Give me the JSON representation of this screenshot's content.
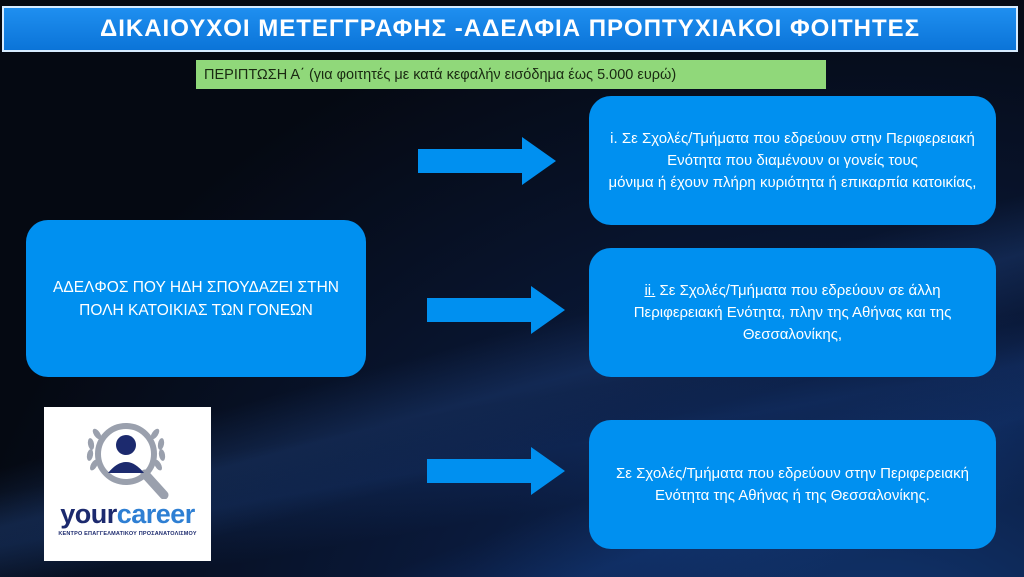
{
  "title": "ΔΙΚΑΙΟΥΧΟΙ ΜΕΤΕΓΓΡΑΦΗΣ -ΑΔΕΛΦΙΑ ΠΡΟΠΤΥΧΙΑΚΟΙ ΦΟΙΤΗΤΕΣ",
  "case_label": "ΠΕΡΙΠΤΩΣΗ Α΄ (για φοιτητές με κατά κεφαλήν εισόδημα έως 5.000 ευρώ)",
  "left_box": {
    "text": "ΑΔΕΛΦΟΣ ΠΟΥ ΗΔΗ ΣΠΟΥΔΑΖΕΙ ΣΤΗΝ  ΠΟΛΗ ΚΑΤΟΙΚΙΑΣ ΤΩΝ ΓΟΝΕΩΝ"
  },
  "right_boxes": [
    {
      "text": "i. Σε Σχολές/Τμήματα που εδρεύουν στην Περιφερειακή Ενότητα που διαμένουν οι γονείς τους\nμόνιμα ή έχουν πλήρη κυριότητα ή επικαρπία κατοικίας,"
    },
    {
      "marker": "ii.",
      "text": " Σε Σχολές/Τμήματα που εδρεύουν σε άλλη Περιφερειακή Ενότητα, πλην της Αθήνας και της Θεσσαλονίκης,"
    },
    {
      "text": "Σε Σχολές/Τμήματα που εδρεύουν στην Περιφερειακή Ενότητα της Αθήνας ή της Θεσσαλονίκης."
    }
  ],
  "logo": {
    "word_part1": "your",
    "word_part2": "career",
    "subtitle": "ΚΕΝΤΡΟ ΕΠΑΓΓΕΛΜΑΤΙΚΟΥ ΠΡΟΣΑΝΑΤΟΛΙΣΜΟΥ"
  },
  "colors": {
    "title_bar": "#0b74d8",
    "case_label": "#90d87a",
    "box": "#0090f0",
    "arrow": "#0090f0",
    "logo_dark": "#1c2a6e",
    "logo_light": "#2e7fd3"
  }
}
